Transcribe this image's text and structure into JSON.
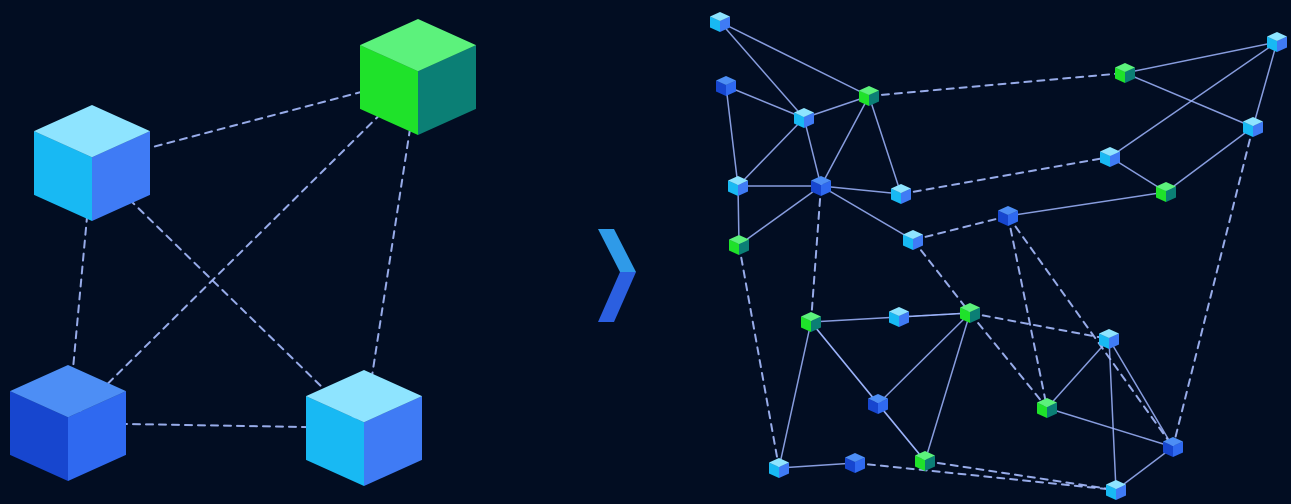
{
  "colors": {
    "background": "#020d22",
    "edge_solid": "#9fb6ff",
    "edge_dashed": "#a8bdff",
    "arrow_top": "#2f9ae8",
    "arrow_bottom": "#2b5fe0"
  },
  "palettes": {
    "cyan": {
      "top": "#8ee4ff",
      "left": "#18b9f3",
      "right": "#3f7bf5"
    },
    "green": {
      "top": "#5cf27c",
      "left": "#1fe22a",
      "right": "#0b7f75"
    },
    "blue": {
      "top": "#4d8ef5",
      "left": "#1746cf",
      "right": "#2f69f0"
    }
  },
  "left_diagram": {
    "nodes": [
      {
        "id": "L1",
        "color": "cyan"
      },
      {
        "id": "L2",
        "color": "green"
      },
      {
        "id": "L3",
        "color": "blue"
      },
      {
        "id": "L4",
        "color": "cyan"
      }
    ],
    "dashed_edges": [
      [
        "L1",
        "L2"
      ],
      [
        "L1",
        "L3"
      ],
      [
        "L1",
        "L4"
      ],
      [
        "L2",
        "L3"
      ],
      [
        "L2",
        "L4"
      ],
      [
        "L3",
        "L4"
      ]
    ]
  },
  "arrow": {
    "icon": "chevron-right-icon"
  },
  "right_diagram": {
    "nodes": [
      {
        "id": "n1",
        "color": "cyan"
      },
      {
        "id": "n2",
        "color": "blue"
      },
      {
        "id": "n3",
        "color": "cyan"
      },
      {
        "id": "n4",
        "color": "green"
      },
      {
        "id": "n5",
        "color": "cyan"
      },
      {
        "id": "n6",
        "color": "blue"
      },
      {
        "id": "n7",
        "color": "cyan"
      },
      {
        "id": "n8",
        "color": "green"
      },
      {
        "id": "n9",
        "color": "cyan"
      },
      {
        "id": "n10",
        "color": "green"
      },
      {
        "id": "n11",
        "color": "cyan"
      },
      {
        "id": "n12",
        "color": "cyan"
      },
      {
        "id": "n13",
        "color": "cyan"
      },
      {
        "id": "n14",
        "color": "green"
      },
      {
        "id": "n15",
        "color": "blue"
      },
      {
        "id": "n16",
        "color": "green"
      },
      {
        "id": "n17",
        "color": "cyan"
      },
      {
        "id": "n18",
        "color": "green"
      },
      {
        "id": "n19",
        "color": "blue"
      },
      {
        "id": "n20",
        "color": "cyan"
      },
      {
        "id": "n21",
        "color": "green"
      },
      {
        "id": "n22",
        "color": "blue"
      },
      {
        "id": "n23",
        "color": "cyan"
      },
      {
        "id": "n24",
        "color": "green"
      },
      {
        "id": "n25",
        "color": "cyan"
      },
      {
        "id": "n26",
        "color": "blue"
      },
      {
        "id": "n27",
        "color": "cyan"
      }
    ],
    "solid_edges": [
      [
        "n1",
        "n3"
      ],
      [
        "n1",
        "n4"
      ],
      [
        "n2",
        "n3"
      ],
      [
        "n3",
        "n4"
      ],
      [
        "n2",
        "n5"
      ],
      [
        "n3",
        "n5"
      ],
      [
        "n3",
        "n6"
      ],
      [
        "n4",
        "n6"
      ],
      [
        "n4",
        "n7"
      ],
      [
        "n5",
        "n6"
      ],
      [
        "n5",
        "n8"
      ],
      [
        "n6",
        "n8"
      ],
      [
        "n6",
        "n7"
      ],
      [
        "n6",
        "n9"
      ],
      [
        "n10",
        "n11"
      ],
      [
        "n10",
        "n12"
      ],
      [
        "n11",
        "n13"
      ],
      [
        "n11",
        "n12"
      ],
      [
        "n12",
        "n14"
      ],
      [
        "n13",
        "n14"
      ],
      [
        "n14",
        "n15"
      ],
      [
        "n16",
        "n17"
      ],
      [
        "n17",
        "n18"
      ],
      [
        "n16",
        "n19"
      ],
      [
        "n16",
        "n20"
      ],
      [
        "n16",
        "n21"
      ],
      [
        "n17",
        "n18"
      ],
      [
        "n18",
        "n19"
      ],
      [
        "n19",
        "n21"
      ],
      [
        "n20",
        "n22"
      ],
      [
        "n21",
        "n18"
      ],
      [
        "n23",
        "n24"
      ],
      [
        "n23",
        "n26"
      ],
      [
        "n24",
        "n26"
      ],
      [
        "n26",
        "n27"
      ],
      [
        "n23",
        "n27"
      ]
    ],
    "dashed_edges": [
      [
        "n4",
        "n10"
      ],
      [
        "n7",
        "n13"
      ],
      [
        "n9",
        "n15"
      ],
      [
        "n15",
        "n26"
      ],
      [
        "n6",
        "n16"
      ],
      [
        "n8",
        "n20"
      ],
      [
        "n9",
        "n18"
      ],
      [
        "n18",
        "n24"
      ],
      [
        "n18",
        "n23"
      ],
      [
        "n22",
        "n27"
      ],
      [
        "n21",
        "n27"
      ],
      [
        "n12",
        "n26"
      ],
      [
        "n15",
        "n24"
      ]
    ]
  }
}
